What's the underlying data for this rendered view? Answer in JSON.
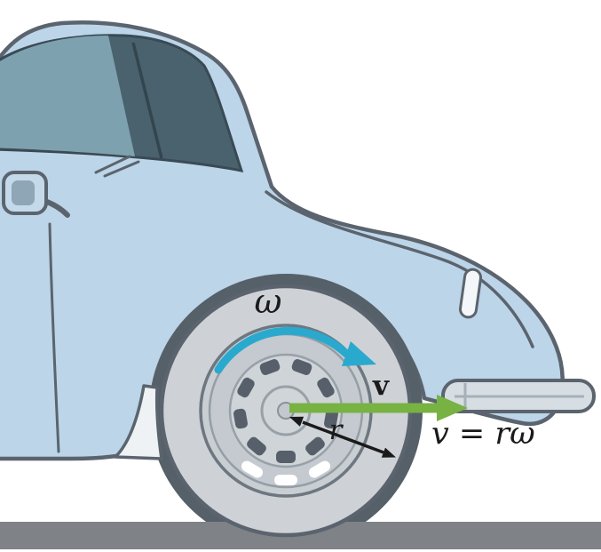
{
  "figure": {
    "labels": {
      "angular_velocity": "ω",
      "velocity": "v",
      "radius": "r",
      "equation": "v = rω"
    },
    "colors": {
      "car_body": "#bcd5e8",
      "car_outline": "#5b646e",
      "window": "#4a626e",
      "window_highlight": "#7ea1b0",
      "wheel_well": "#566069",
      "tire": "#ced2d6",
      "hub": "#c9ced2",
      "ground": "#7f8388",
      "rotation_arrow": "#2aa9ce",
      "velocity_arrow": "#78b243",
      "annotation": "#1a1a1a"
    }
  }
}
